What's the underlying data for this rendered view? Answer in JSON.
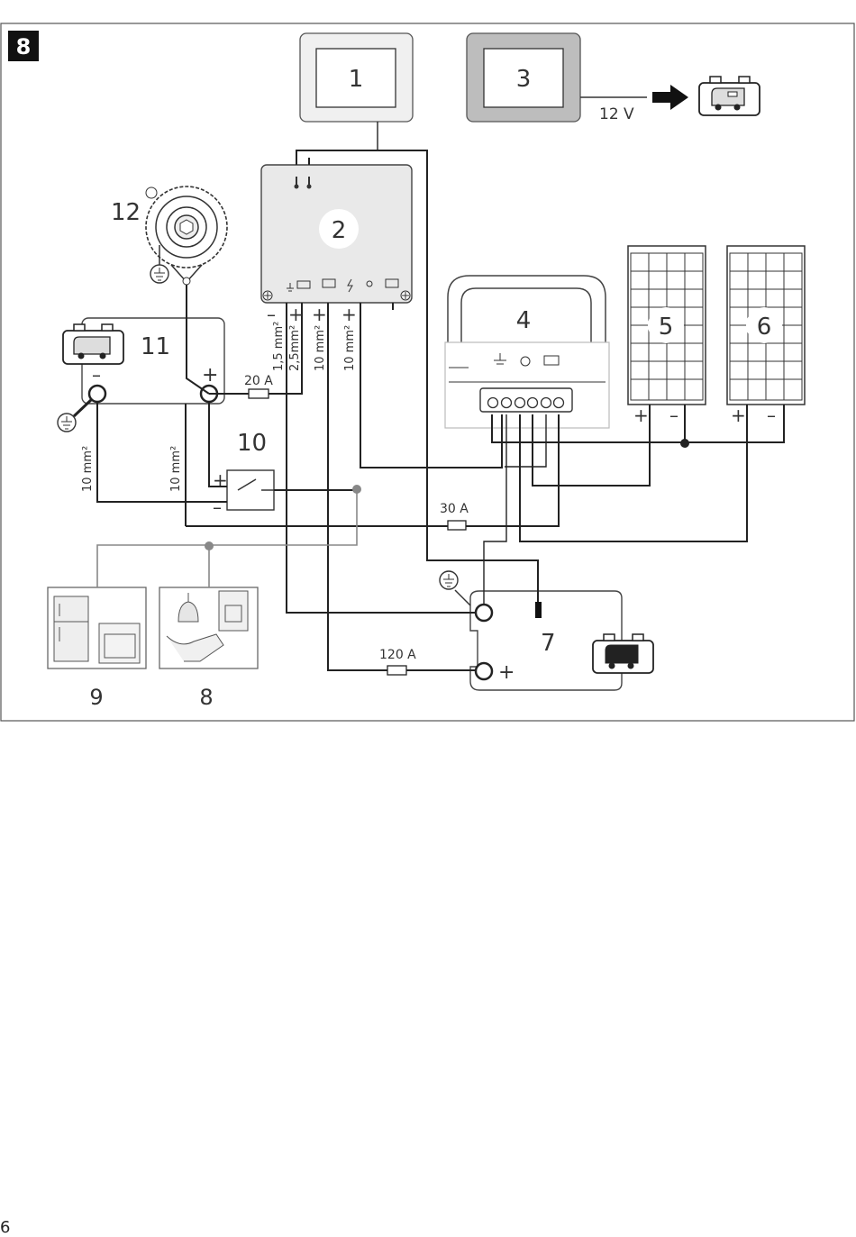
{
  "figure": {
    "number": "8",
    "components": {
      "c1": "1",
      "c2": "2",
      "c3": "3",
      "c4": "4",
      "c5": "5",
      "c6": "6",
      "c7": "7",
      "c8": "8",
      "c9": "9",
      "c10": "10",
      "c11": "11",
      "c12": "12"
    },
    "voltage_label": "12 V",
    "fuses": {
      "f20": "20 A",
      "f30": "30 A",
      "f120": "120 A"
    },
    "cables": {
      "w1": "1,5 mm²",
      "w2": "2,5mm²",
      "w3": "10 mm²",
      "w4": "10 mm²",
      "w5": "10 mm²",
      "w6": "10 mm²"
    },
    "polarity": {
      "plus": "+",
      "minus": "–"
    }
  },
  "page_number": "6"
}
